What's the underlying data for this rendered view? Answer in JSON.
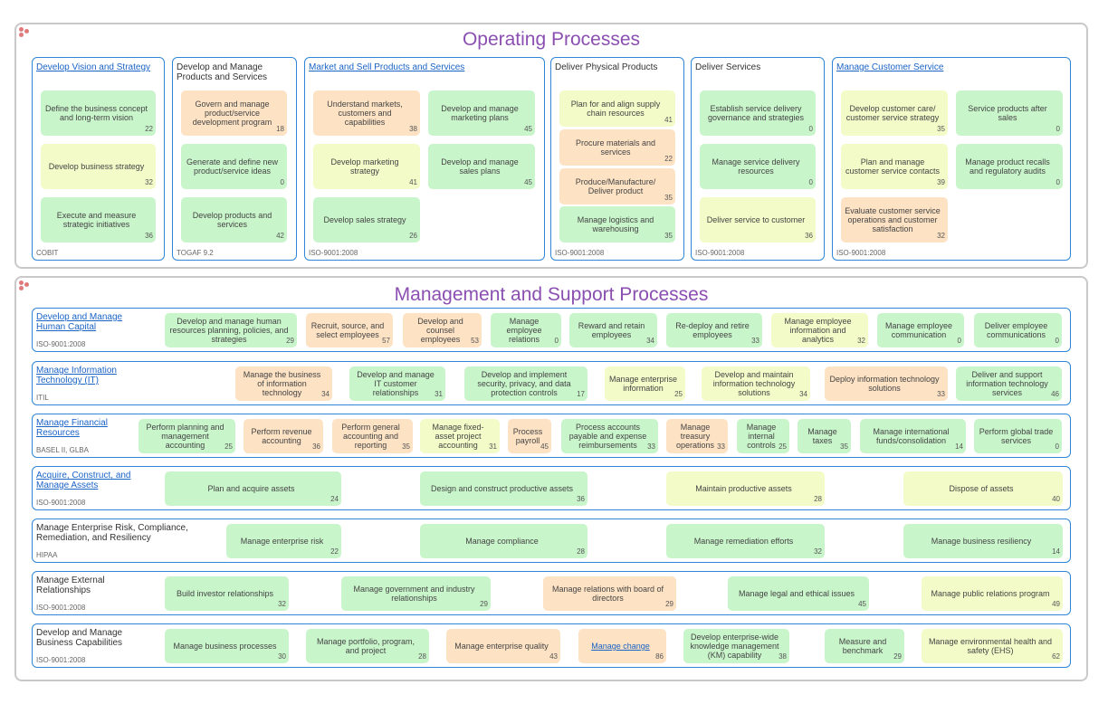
{
  "operating": {
    "title": "Operating Processes",
    "groups": [
      {
        "title": "Develop Vision and Strategy",
        "link": true,
        "std": "COBIT",
        "items": [
          {
            "label": "Define the business concept and long-term vision",
            "num": "22",
            "color": "green"
          },
          {
            "label": "Develop business strategy",
            "num": "32",
            "color": "yellow"
          },
          {
            "label": "Execute and measure strategic initiatives",
            "num": "36",
            "color": "green"
          }
        ]
      },
      {
        "title": "Develop and Manage Products and Services",
        "link": false,
        "std": "TOGAF 9.2",
        "items": [
          {
            "label": "Govern and manage product/service development program",
            "num": "18",
            "color": "orange"
          },
          {
            "label": "Generate and define new product/service ideas",
            "num": "0",
            "color": "green"
          },
          {
            "label": "Develop products and services",
            "num": "42",
            "color": "green"
          }
        ]
      },
      {
        "title": "Market and Sell Products and Services",
        "link": true,
        "std": "ISO-9001:2008",
        "items": [
          {
            "label": "Understand markets, customers and capabilities",
            "num": "38",
            "color": "orange"
          },
          {
            "label": "Develop and manage marketing plans",
            "num": "45",
            "color": "green"
          },
          {
            "label": "Develop marketing strategy",
            "num": "41",
            "color": "yellow"
          },
          {
            "label": "Develop and manage sales plans",
            "num": "45",
            "color": "green"
          },
          {
            "label": "Develop sales strategy",
            "num": "26",
            "color": "green"
          }
        ]
      },
      {
        "title": "Deliver Physical Products",
        "link": false,
        "std": "ISO-9001:2008",
        "items": [
          {
            "label": "Plan for and align supply chain resources",
            "num": "41",
            "color": "yellow"
          },
          {
            "label": "Procure materials and services",
            "num": "22",
            "color": "orange"
          },
          {
            "label": "Produce/Manufacture/ Deliver product",
            "num": "35",
            "color": "orange"
          },
          {
            "label": "Manage logistics and warehousing",
            "num": "35",
            "color": "green"
          }
        ]
      },
      {
        "title": "Deliver Services",
        "link": false,
        "std": "ISO-9001:2008",
        "items": [
          {
            "label": "Establish service delivery governance and strategies",
            "num": "0",
            "color": "green"
          },
          {
            "label": "Manage service delivery resources",
            "num": "0",
            "color": "green"
          },
          {
            "label": "Deliver service to customer",
            "num": "36",
            "color": "yellow"
          }
        ]
      },
      {
        "title": "Manage Customer Service",
        "link": true,
        "std": "ISO-9001:2008",
        "items": [
          {
            "label": "Develop customer care/ customer service strategy",
            "num": "35",
            "color": "yellow"
          },
          {
            "label": "Service products after sales",
            "num": "0",
            "color": "green"
          },
          {
            "label": "Plan and manage customer service contacts",
            "num": "39",
            "color": "yellow"
          },
          {
            "label": "Manage product recalls and regulatory audits",
            "num": "0",
            "color": "green"
          },
          {
            "label": "Evaluate customer service operations and customer satisfaction",
            "num": "32",
            "color": "orange"
          }
        ]
      }
    ]
  },
  "management": {
    "title": "Management and Support Processes",
    "rows": [
      {
        "title": "Develop and Manage Human Capital",
        "link": true,
        "std": "ISO-9001:2008",
        "items": [
          {
            "label": "Develop and manage human resources planning, policies, and strategies",
            "num": "29",
            "color": "green"
          },
          {
            "label": "Recruit, source, and select employees",
            "num": "57",
            "color": "orange"
          },
          {
            "label": "Develop and counsel employees",
            "num": "53",
            "color": "orange"
          },
          {
            "label": "Manage employee relations",
            "num": "0",
            "color": "green"
          },
          {
            "label": "Reward and retain employees",
            "num": "34",
            "color": "green"
          },
          {
            "label": "Re-deploy and retire employees",
            "num": "33",
            "color": "green"
          },
          {
            "label": "Manage employee information and analytics",
            "num": "32",
            "color": "yellow"
          },
          {
            "label": "Manage employee communication",
            "num": "0",
            "color": "green"
          },
          {
            "label": "Deliver employee communications",
            "num": "0",
            "color": "green"
          }
        ]
      },
      {
        "title": "Manage Information Technology (IT)",
        "link": true,
        "std": "ITIL",
        "items": [
          {
            "label": "Manage the business of information technology",
            "num": "34",
            "color": "orange"
          },
          {
            "label": "Develop and manage IT customer relationships",
            "num": "31",
            "color": "green"
          },
          {
            "label": "Develop and implement security, privacy, and data protection controls",
            "num": "17",
            "color": "green"
          },
          {
            "label": "Manage enterprise information",
            "num": "25",
            "color": "yellow"
          },
          {
            "label": "Develop and maintain information technology solutions",
            "num": "34",
            "color": "yellow"
          },
          {
            "label": "Deploy information technology solutions",
            "num": "33",
            "color": "orange"
          },
          {
            "label": "Deliver and support information technology services",
            "num": "46",
            "color": "green"
          }
        ]
      },
      {
        "title": "Manage Financial Resources",
        "link": true,
        "std": "BASEL II, GLBA",
        "items": [
          {
            "label": "Perform planning and management accounting",
            "num": "25",
            "color": "green"
          },
          {
            "label": "Perform revenue accounting",
            "num": "36",
            "color": "orange"
          },
          {
            "label": "Perform general accounting and reporting",
            "num": "35",
            "color": "orange"
          },
          {
            "label": "Manage fixed-asset project accounting",
            "num": "31",
            "color": "yellow"
          },
          {
            "label": "Process payroll",
            "num": "45",
            "color": "orange"
          },
          {
            "label": "Process accounts payable and expense reimbursements",
            "num": "33",
            "color": "green"
          },
          {
            "label": "Manage treasury operations",
            "num": "33",
            "color": "orange"
          },
          {
            "label": "Manage internal controls",
            "num": "25",
            "color": "green"
          },
          {
            "label": "Manage taxes",
            "num": "35",
            "color": "green"
          },
          {
            "label": "Manage international funds/consolidation",
            "num": "14",
            "color": "green"
          },
          {
            "label": "Perform global trade services",
            "num": "0",
            "color": "green"
          }
        ]
      },
      {
        "title": "Acquire, Construct, and Manage Assets",
        "link": true,
        "std": "ISO-9001:2008",
        "items": [
          {
            "label": "Plan and acquire assets",
            "num": "24",
            "color": "green"
          },
          {
            "label": "Design and construct productive assets",
            "num": "36",
            "color": "green"
          },
          {
            "label": "Maintain productive assets",
            "num": "28",
            "color": "yellow"
          },
          {
            "label": "Dispose of assets",
            "num": "40",
            "color": "yellow"
          }
        ]
      },
      {
        "title": "Manage Enterprise Risk, Compliance, Remediation, and Resiliency",
        "link": false,
        "std": "HIPAA",
        "items": [
          {
            "label": "Manage enterprise risk",
            "num": "22",
            "color": "green"
          },
          {
            "label": "Manage compliance",
            "num": "28",
            "color": "green"
          },
          {
            "label": "Manage remediation efforts",
            "num": "32",
            "color": "green"
          },
          {
            "label": "Manage business resiliency",
            "num": "14",
            "color": "green"
          }
        ]
      },
      {
        "title": "Manage External Relationships",
        "link": false,
        "std": "ISO-9001:2008",
        "items": [
          {
            "label": "Build investor relationships",
            "num": "32",
            "color": "green"
          },
          {
            "label": "Manage government and industry relationships",
            "num": "29",
            "color": "green"
          },
          {
            "label": "Manage relations with board of directors",
            "num": "29",
            "color": "orange"
          },
          {
            "label": "Manage legal and ethical issues",
            "num": "45",
            "color": "green"
          },
          {
            "label": "Manage public relations program",
            "num": "49",
            "color": "yellow"
          }
        ]
      },
      {
        "title": "Develop and Manage Business Capabilities",
        "link": false,
        "std": "ISO-9001:2008",
        "items": [
          {
            "label": "Manage business processes",
            "num": "30",
            "color": "green"
          },
          {
            "label": "Manage portfolio, program, and project",
            "num": "28",
            "color": "green"
          },
          {
            "label": "Manage enterprise quality",
            "num": "43",
            "color": "orange"
          },
          {
            "label": "Manage change",
            "num": "86",
            "color": "orange",
            "link": true
          },
          {
            "label": "Develop enterprise-wide knowledge management (KM) capability",
            "num": "38",
            "color": "green"
          },
          {
            "label": "Measure and benchmark",
            "num": "29",
            "color": "green"
          },
          {
            "label": "Manage environmental health and safety (EHS)",
            "num": "62",
            "color": "yellow"
          }
        ]
      }
    ]
  }
}
